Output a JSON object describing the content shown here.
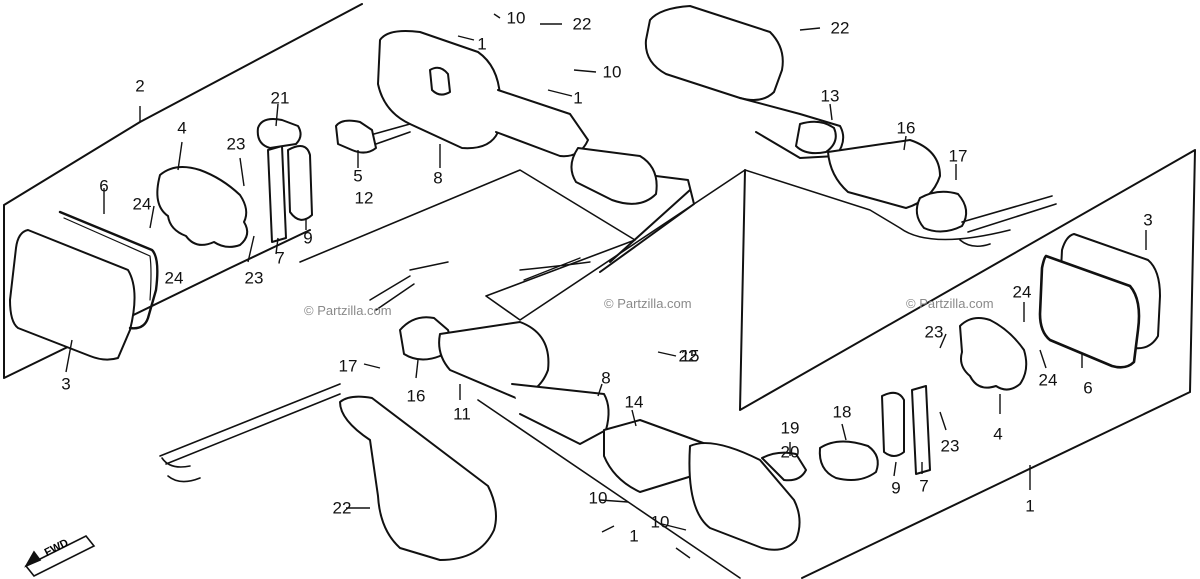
{
  "colors": {
    "ink": "#111111",
    "watermark": "#8a8a8a",
    "background": "#ffffff"
  },
  "watermarks": [
    "© Partzilla.com",
    "© Partzilla.com",
    "© Partzilla.com"
  ],
  "direction_marker": "FWD",
  "part_labels": [
    "2",
    "4",
    "6",
    "24",
    "24",
    "3",
    "21",
    "23",
    "23",
    "7",
    "9",
    "5",
    "12",
    "8",
    "10",
    "1",
    "22",
    "10",
    "1",
    "22",
    "13",
    "16",
    "17",
    "3",
    "24",
    "23",
    "6",
    "24",
    "4",
    "23",
    "7",
    "9",
    "22",
    "17",
    "16",
    "11",
    "22",
    "15",
    "8",
    "14",
    "19",
    "20",
    "18",
    "1",
    "10",
    "1",
    "10"
  ]
}
